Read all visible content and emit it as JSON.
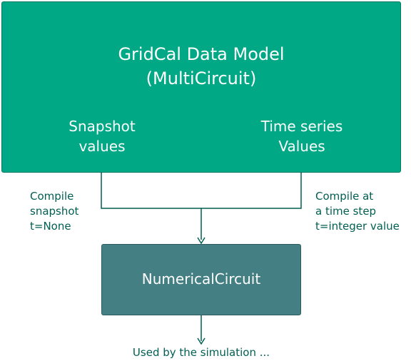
{
  "main_box": {
    "title": "GridCal Data Model\n(MultiCircuit)",
    "snapshot_label": "Snapshot\nvalues",
    "timeseries_label": "Time series\nValues",
    "fill": "#00a886"
  },
  "edges": {
    "left_label": "Compile\nsnapshot\nt=None",
    "right_label": "Compile at\na time step\nt=integer value"
  },
  "numerical_box": {
    "label": "NumericalCircuit",
    "fill": "#437f83"
  },
  "footer": {
    "text": "Used by the simulation ..."
  },
  "colors": {
    "line": "#005f52"
  }
}
